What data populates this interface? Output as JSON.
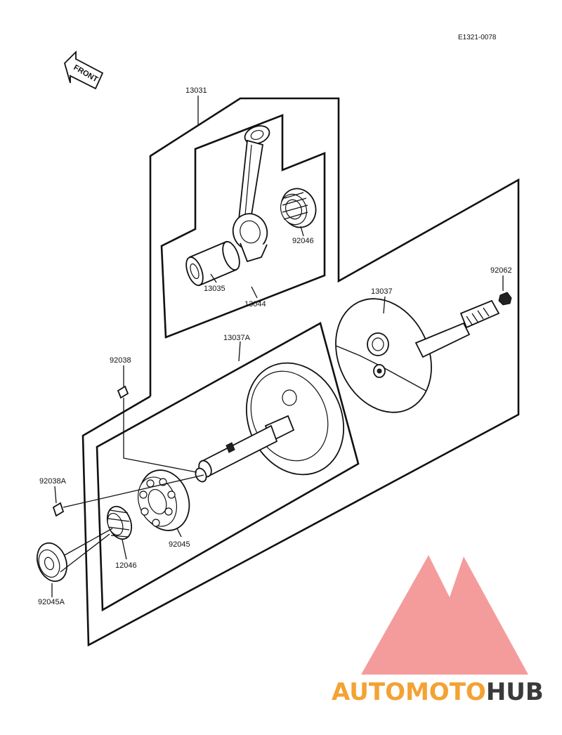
{
  "diagram_code": "E1321-0078",
  "front_label": "FRONT",
  "parts": {
    "p13031": "13031",
    "p13035": "13035",
    "p13044": "13044",
    "p92046": "92046",
    "p92062": "92062",
    "p13037": "13037",
    "p13037A": "13037A",
    "p92038": "92038",
    "p92038A": "92038A",
    "p92045": "92045",
    "p12046": "12046",
    "p92045A": "92045A"
  },
  "watermark": {
    "part1": "AUTOMOTO",
    "part2": "HUB",
    "color1": "#f4a233",
    "color2": "#3a3a3a",
    "logo_color": "#f07b7b"
  }
}
